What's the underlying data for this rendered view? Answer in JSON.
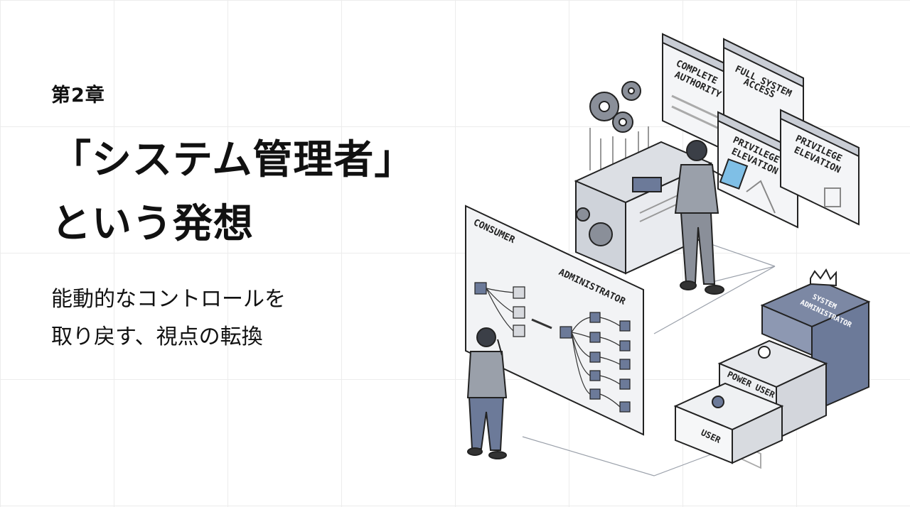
{
  "chapter_label": "第2章",
  "title": {
    "line1": "「システム管理者」",
    "line2": "という発想"
  },
  "subtitle": {
    "line1": "能動的なコントロールを",
    "line2": "取り戻す、視点の転換"
  },
  "illustration": {
    "panels": {
      "complete_authority": [
        "COMPLETE",
        "AUTHORITY"
      ],
      "full_system_access": [
        "FULL SYSTEM",
        "ACCESS"
      ],
      "privilege_elevation": [
        "PRIVILEGE",
        "ELEVATION"
      ],
      "privilege_elevation_2": [
        "PRIVILEGE",
        "ELEVATION"
      ]
    },
    "board": {
      "consumer": "CONSUMER",
      "administrator": "ADMINISTRATOR"
    },
    "stairs": {
      "user": "USER",
      "power_user": "POWER USER",
      "system_admin": [
        "SYSTEM",
        "ADMINISTRATOR"
      ]
    }
  },
  "colors": {
    "accent_slate": "#6c7a99",
    "light_gray": "#e6e8ec",
    "screen_blue": "#7fbfe6",
    "text": "#111111"
  }
}
